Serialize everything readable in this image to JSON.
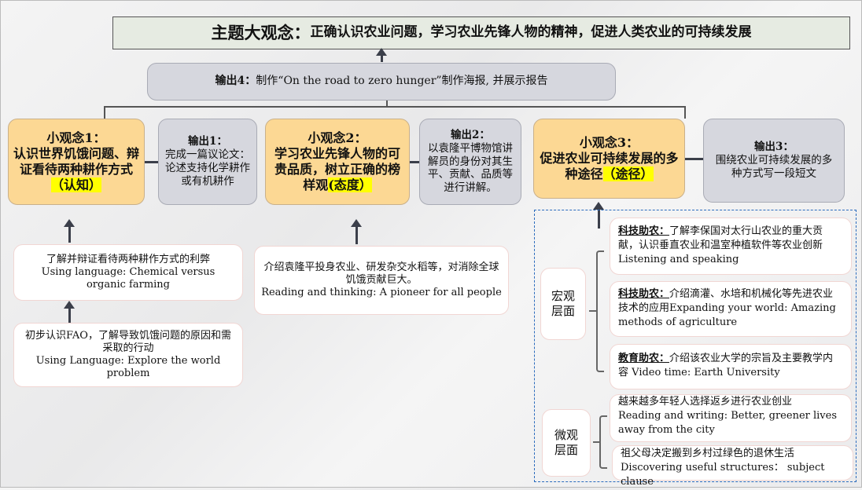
{
  "title": {
    "lead": "主题大观念：",
    "rest": "正确认识农业问题，学习农业先锋人物的精神，促进人类农业的可持续发展"
  },
  "output4": {
    "label": "输出4：",
    "text": "制作“On the road to zero hunger”制作海报, 并展示报告"
  },
  "concept1": {
    "title": "小观念1：",
    "text": "认识世界饥饿问题、辩证看待两种耕作方式",
    "tag": "（认知）"
  },
  "output1": {
    "title": "输出1：",
    "text": "完成一篇议论文：论述支持化学耕作或有机耕作"
  },
  "concept2": {
    "title": "小观念2：",
    "text": "学习农业先锋人物的可贵品质，树立正确的榜样观",
    "tag": "(态度）"
  },
  "output2": {
    "title": "输出2：",
    "text": "以袁隆平博物馆讲解员的身份对其生平、贡献、品质等进行讲解。"
  },
  "concept3": {
    "title": "小观念3：",
    "text": "促进农业可持续发展的多种途径",
    "tag": "（途径）"
  },
  "output3": {
    "title": "输出3：",
    "text": "围绕农业可持续发展的多种方式写一段短文"
  },
  "c1_steps": [
    {
      "cn": "了解并辩证看待两种耕作方式的利弊",
      "en": "Using language: Chemical versus organic farming"
    },
    {
      "cn": "初步认识FAO，了解导致饥饿问题的原因和需采取的行动",
      "en": "Using Language: Explore the world problem"
    }
  ],
  "c2_step": {
    "cn": "介绍袁隆平投身农业、研发杂交水稻等，对消除全球饥饿贡献巨大。",
    "en": "Reading and thinking: A pioneer for all people"
  },
  "macro_label": "宏观层面",
  "micro_label": "微观层面",
  "macro_items": [
    {
      "key": "科技助农：",
      "cn": "了解李保国对太行山农业的重大贡献，认识垂直农业和温室种植软件等农业创新",
      "en": "Listening and speaking"
    },
    {
      "key": "科技助农：",
      "cn": "介绍滴灌、水培和机械化等先进农业技术的应用",
      "en": "Expanding your world: Amazing methods of agriculture"
    },
    {
      "key": "教育助农：",
      "cn": "介绍该农业大学的宗旨及主要教学内容",
      "en": "Video time: Earth University"
    }
  ],
  "micro_items": [
    {
      "cn": "越来越多年轻人选择返乡进行农业创业",
      "en": "Reading and writing: Better, greener lives away from the city"
    },
    {
      "cn": "祖父母决定搬到乡村过绿色的退休生活",
      "en": "Discovering useful structures： subject clause"
    }
  ]
}
